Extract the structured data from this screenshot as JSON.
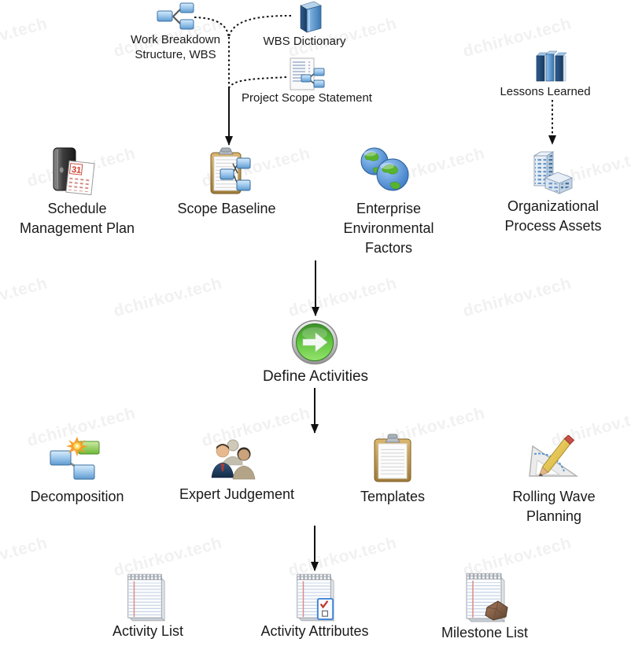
{
  "watermark": {
    "text": "dchirkov.tech"
  },
  "diagram": {
    "process": {
      "label": "Define Activities"
    },
    "inputs": {
      "wbs": {
        "label": "Work Breakdown\nStructure, WBS"
      },
      "wbs_dictionary": {
        "label": "WBS Dictionary"
      },
      "project_scope_statement": {
        "label": "Project Scope Statement"
      },
      "lessons_learned": {
        "label": "Lessons Learned"
      },
      "schedule_management_plan": {
        "label": "Schedule\nManagement Plan"
      },
      "scope_baseline": {
        "label": "Scope Baseline"
      },
      "enterprise_environmental_factors": {
        "label": "Enterprise\nEnvironmental\nFactors"
      },
      "organizational_process_assets": {
        "label": "Organizational\nProcess Assets"
      }
    },
    "tools": {
      "decomposition": {
        "label": "Decomposition"
      },
      "expert_judgement": {
        "label": "Expert Judgement"
      },
      "templates": {
        "label": "Templates"
      },
      "rolling_wave_planning": {
        "label": "Rolling Wave\nPlanning"
      }
    },
    "outputs": {
      "activity_list": {
        "label": "Activity List"
      },
      "activity_attributes": {
        "label": "Activity Attributes"
      },
      "milestone_list": {
        "label": "Milestone List"
      }
    }
  },
  "colors": {
    "text": "#1a1a1a",
    "arrow": "#111111",
    "watermark_gray": "#f1f1f1",
    "box_blue": "#5e9ace",
    "box_green": "#6db838",
    "orb_green": "#5ec23d",
    "clipboard_tan": "#b98f45",
    "book_blue": "#3a77b0"
  }
}
